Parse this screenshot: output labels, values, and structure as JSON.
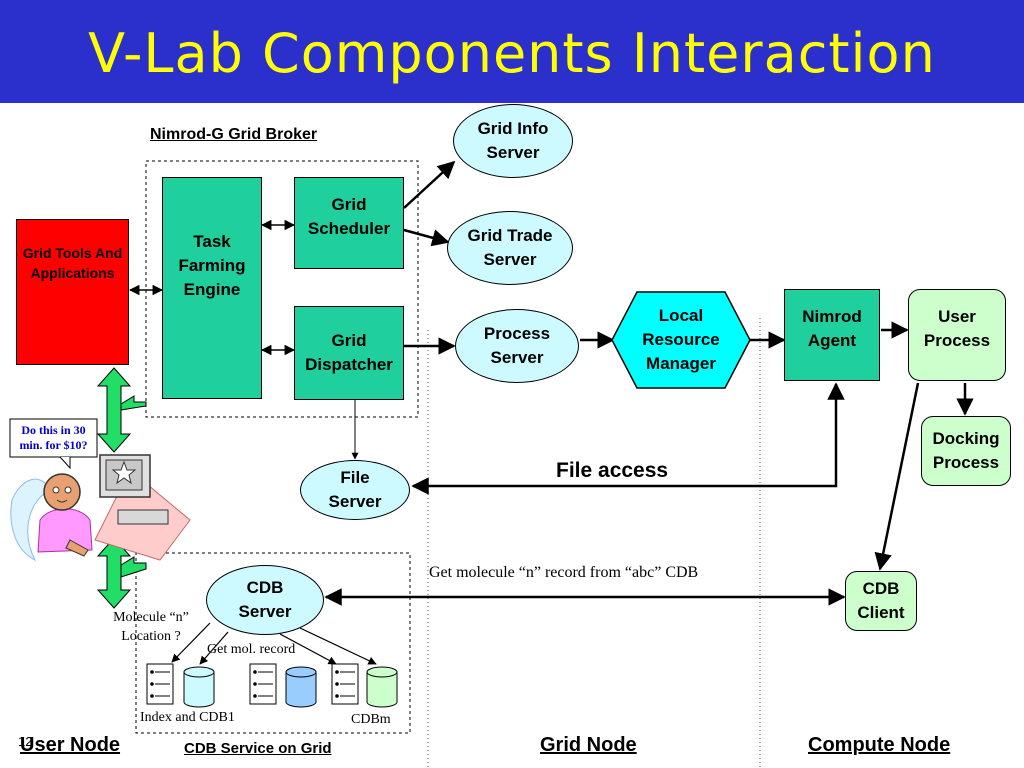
{
  "title": "V-Lab Components Interaction",
  "broker": {
    "label": "Nimrod-G Grid Broker"
  },
  "nodes": {
    "grid_tools": "Grid Tools And Applications",
    "task_farming": "Task Farming Engine",
    "grid_scheduler": "Grid Scheduler",
    "grid_dispatcher": "Grid Dispatcher",
    "grid_info_server": "Grid Info Server",
    "grid_trade_server": "Grid Trade Server",
    "process_server": "Process Server",
    "local_resource_manager": "Local Resource Manager",
    "nimrod_agent": "Nimrod Agent",
    "user_process": "User Process",
    "docking_process": "Docking Process",
    "file_server": "File Server",
    "cdb_server": "CDB Server",
    "cdb_client": "CDB Client"
  },
  "labels": {
    "file_access": "File access",
    "get_molecule": "Get molecule “n” record from “abc” CDB",
    "molecule_location": "Molecule “n” Location ?",
    "get_mol_record": "Get mol. record",
    "index_and_cdb1": "Index and CDB1",
    "cdbm": "CDBm",
    "callout": "Do this in 30 min. for $10?",
    "page_number": "12"
  },
  "footer": {
    "user_node": "User Node",
    "cdb_service": "CDB Service on Grid",
    "grid_node": "Grid Node",
    "compute_node": "Compute Node"
  },
  "colors": {
    "title_bar": "#2b2fcc",
    "title_text": "#ffff00",
    "green_box": "#1fcf9d",
    "cyan_box": "#ccfaff",
    "light_green_box": "#ccffcc",
    "red_box": "#ff0000"
  }
}
